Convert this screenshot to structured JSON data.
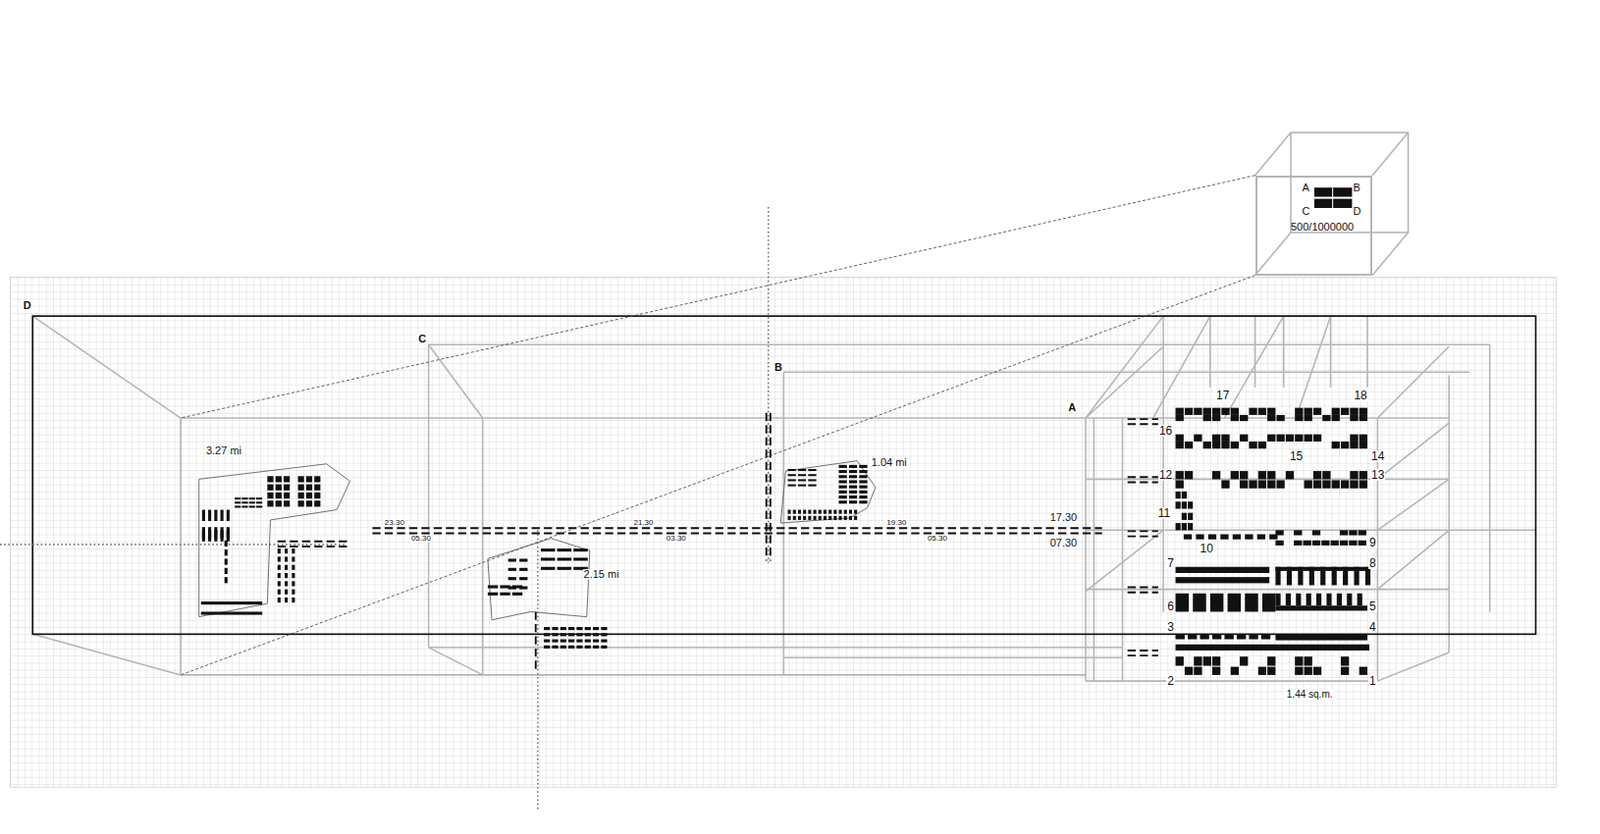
{
  "diagram": {
    "nodes": [
      {
        "text": [
          "A",
          "B",
          "C",
          "D",
          "500/1000000"
        ]
      }
    ],
    "labels": [
      "D",
      "C",
      "B",
      "A",
      "3.27 mi",
      "2.15 mi",
      "1.04 mi",
      "23.30",
      "05.30",
      "21.30",
      "03.30",
      "19.30",
      "05.30",
      "17.30",
      "07.30",
      "17",
      "18",
      "16",
      "15",
      "14",
      "12",
      "13",
      "11",
      "10",
      "9",
      "7",
      "8",
      "6",
      "5",
      "3",
      "4",
      "2",
      "1",
      "1.44 sq.m."
    ]
  }
}
